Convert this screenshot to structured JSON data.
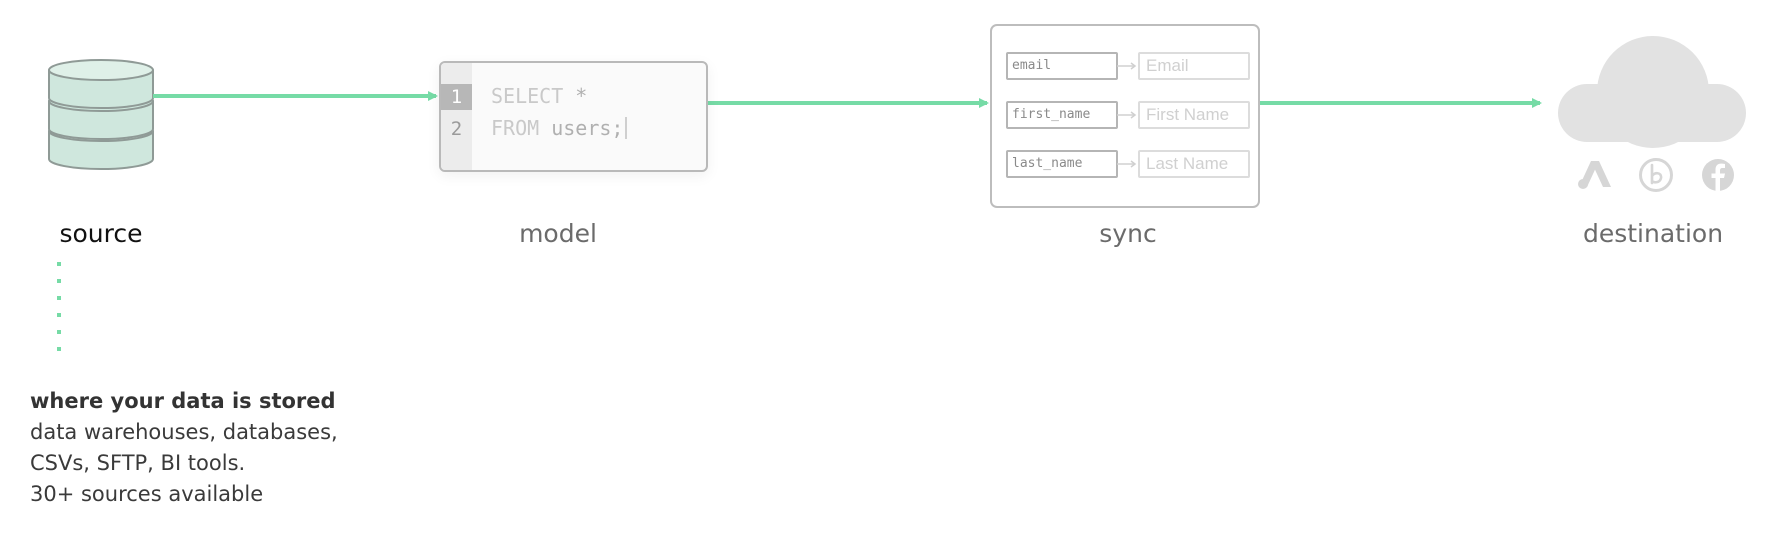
{
  "stages": [
    {
      "label": "source",
      "active": true
    },
    {
      "label": "model",
      "active": false
    },
    {
      "label": "sync",
      "active": false
    },
    {
      "label": "destination",
      "active": false
    }
  ],
  "model": {
    "lines": [
      {
        "number": "1",
        "keyword": "SELECT",
        "text": " *"
      },
      {
        "number": "2",
        "keyword": "FROM",
        "text": " users;"
      }
    ]
  },
  "sync": {
    "mappings": [
      {
        "source": "email",
        "destination": "Email"
      },
      {
        "source": "first_name",
        "destination": "First Name"
      },
      {
        "source": "last_name",
        "destination": "Last Name"
      }
    ]
  },
  "destination": {
    "icons": [
      "cloud-icon",
      "google-ads-icon",
      "braze-icon",
      "facebook-icon"
    ]
  },
  "source_description": {
    "title": "where your data is stored",
    "lines": [
      "data warehouses, databases,",
      "CSVs, SFTP, BI tools.",
      "30+ sources available"
    ]
  },
  "colors": {
    "accent": "#76dba6",
    "db_fill": "#cfe7dd",
    "db_stroke": "#8f9a96",
    "icon_gray": "#d6d6d6",
    "label_gray": "#6b6b6b"
  }
}
